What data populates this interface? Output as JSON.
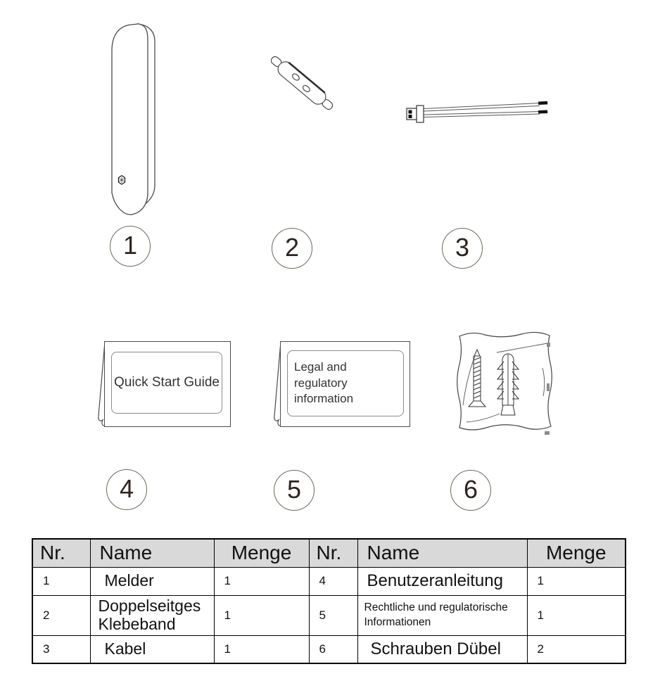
{
  "items": [
    {
      "number": "1",
      "name": "sensor"
    },
    {
      "number": "2",
      "name": "double-sided-tape"
    },
    {
      "number": "3",
      "name": "cable"
    },
    {
      "number": "4",
      "name": "quick-start-guide",
      "label": "Quick Start Guide"
    },
    {
      "number": "5",
      "name": "legal-information-booklet",
      "label": "Legal and regulatory information"
    },
    {
      "number": "6",
      "name": "screws-and-dowels-bag"
    }
  ],
  "table": {
    "headers": [
      "Nr.",
      "Name",
      "Menge",
      "Nr.",
      "Name",
      "Menge"
    ],
    "rows": [
      [
        "1",
        "Melder",
        "1",
        "4",
        "Benutzeranleitung",
        "1"
      ],
      [
        "2",
        "Doppelseitges Klebeband",
        "1",
        "5",
        "Rechtliche und regulatorische Informationen",
        "1"
      ],
      [
        "3",
        "Kabel",
        "1",
        "6",
        "Schrauben Dübel",
        "2"
      ]
    ]
  },
  "colors": {
    "table_header_bg": "#d9d9d9",
    "table_border": "#000000",
    "line_art": "#4a4a4a",
    "text": "#1a1a1a"
  }
}
